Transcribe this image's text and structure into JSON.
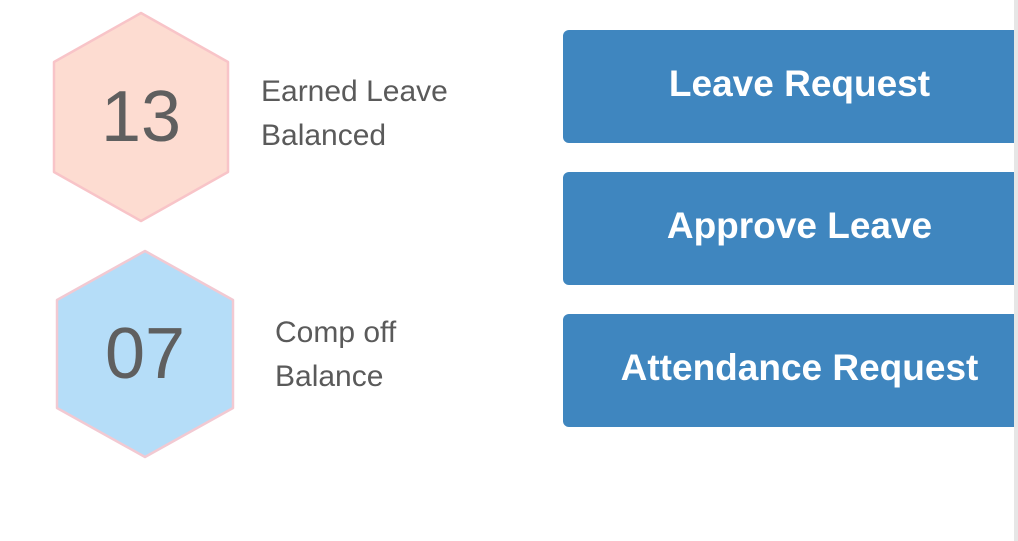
{
  "stats": [
    {
      "value": "13",
      "label_line1": "Earned Leave",
      "label_line2": "Balanced",
      "fill": "#fddcd1",
      "stroke": "#f8c4c8"
    },
    {
      "value": "07",
      "label_line1": "Comp off",
      "label_line2": "Balance",
      "fill": "#b5ddf8",
      "stroke": "#f2c9d2"
    }
  ],
  "actions": {
    "leave_request": "Leave Request",
    "approve_leave": "Approve Leave",
    "attendance_request": "Attendance Request"
  },
  "colors": {
    "button": "#3f86bf",
    "button_text": "#ffffff",
    "label_text": "#5a5a5a",
    "number_text": "#5f5f5f"
  }
}
